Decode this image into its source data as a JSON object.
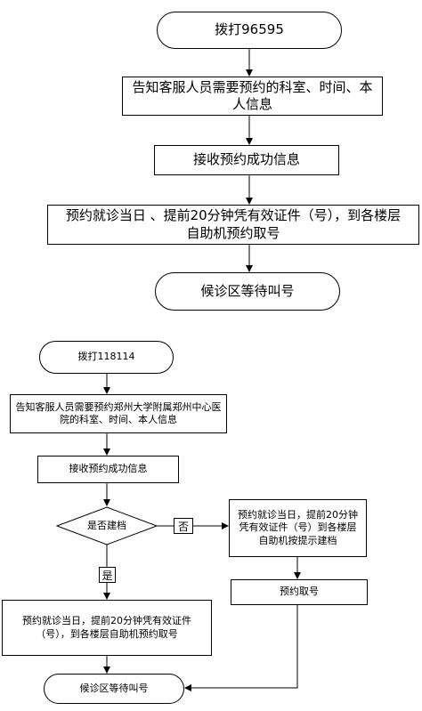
{
  "flow1": {
    "call": "拨打96595",
    "tell": "告知客服人员需要预约的科室、时间、本人信息",
    "receive": "接收预约成功信息",
    "visit": "预约就诊当日 、提前20分钟凭有效证件（号），到各楼层自助机预约取号",
    "wait": "候诊区等待叫号"
  },
  "flow2": {
    "call": "拨打118114",
    "tell": "告知客服人员需要预约郑州大学附属郑州中心医院的科室、时间、本人信息",
    "receive": "接收预约成功信息",
    "decision": "是否建档",
    "no_label": "否",
    "yes_label": "是",
    "no_branch": "预约就诊当日，提前20分钟凭有效证件（号）到各楼层自助机按提示建档",
    "take_number": "预约取号",
    "yes_branch": "预约就诊当日，提前20分钟凭有效证件（号），到各楼层自助机预约取号",
    "wait": "候诊区等待叫号"
  }
}
